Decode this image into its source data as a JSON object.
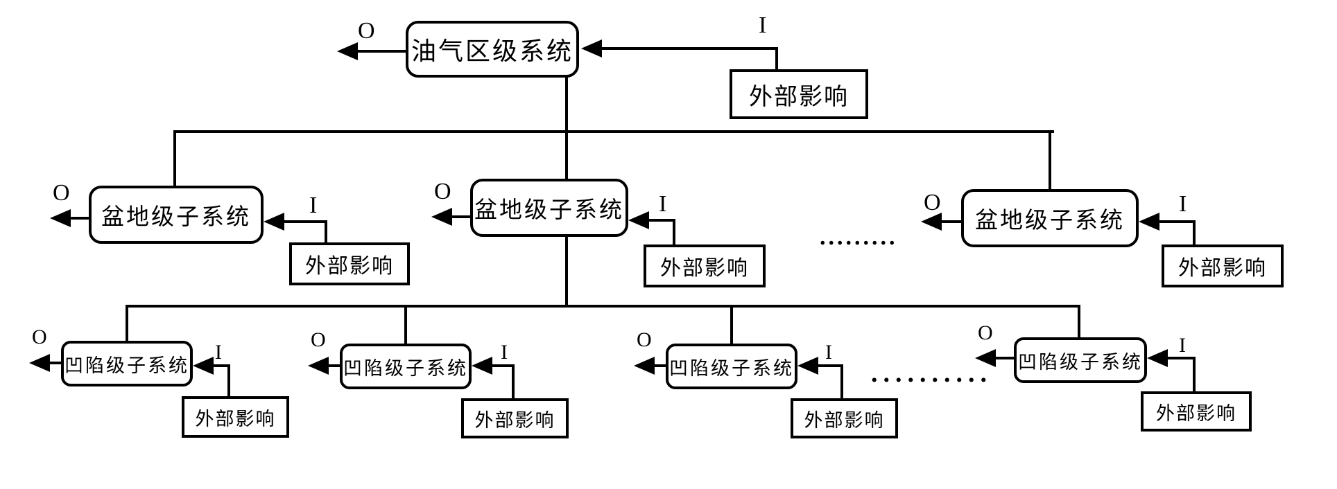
{
  "figure": {
    "type": "hierarchy-diagram",
    "background_color": "#ffffff",
    "line_color": "#000000",
    "labels": {
      "output": "O",
      "input": "I",
      "external_influence": "外部影响"
    },
    "root": {
      "label": "油气区级系统"
    },
    "basin_level": {
      "nodes": [
        {
          "label": "盆地级子系统"
        },
        {
          "label": "盆地级子系统"
        },
        {
          "label": "盆地级子系统"
        }
      ],
      "ellipsis": "........."
    },
    "depression_level": {
      "nodes": [
        {
          "label": "凹陷级子系统"
        },
        {
          "label": "凹陷级子系统"
        },
        {
          "label": "凹陷级子系统"
        },
        {
          "label": "凹陷级子系统"
        }
      ],
      "ellipsis": ".........."
    }
  }
}
